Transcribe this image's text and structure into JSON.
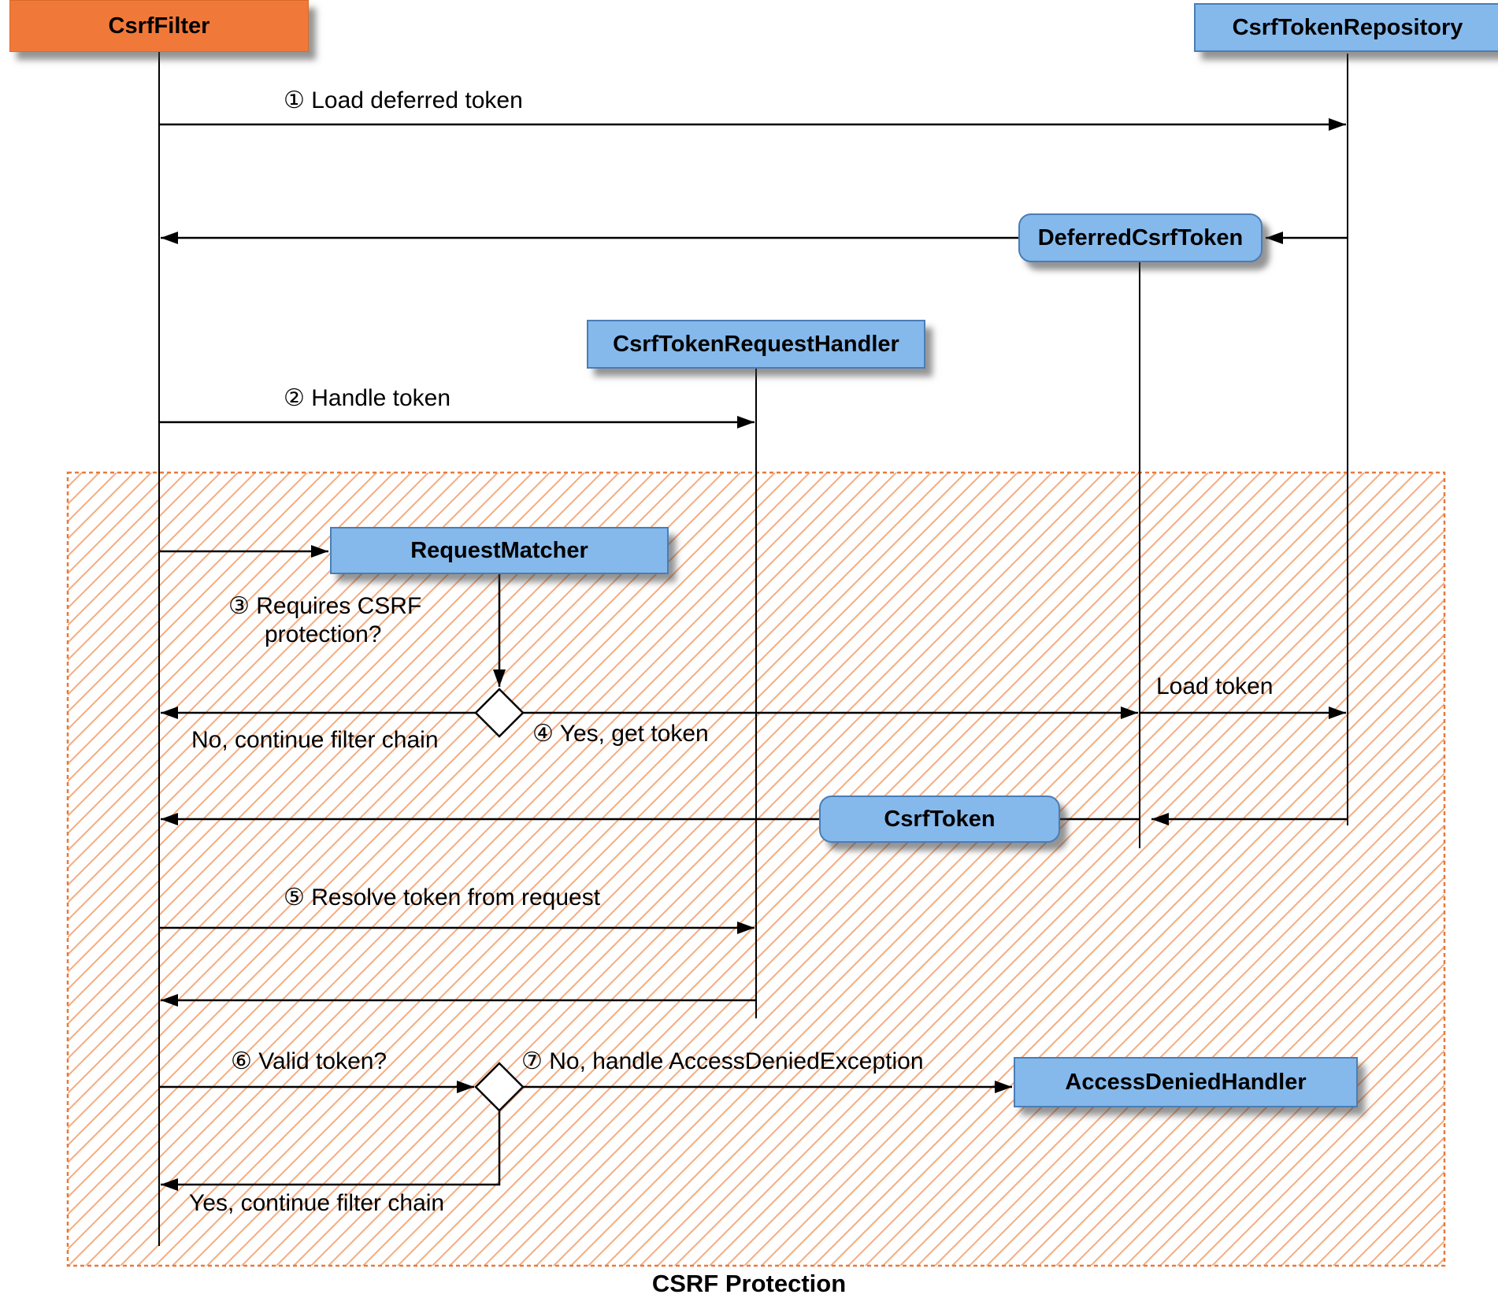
{
  "title": "CSRF Protection",
  "actors": {
    "csrf_filter": "CsrfFilter",
    "csrf_token_repository": "CsrfTokenRepository",
    "deferred_csrf_token": "DeferredCsrfToken",
    "csrf_token_request_handler": "CsrfTokenRequestHandler",
    "request_matcher": "RequestMatcher",
    "csrf_token": "CsrfToken",
    "access_denied_handler": "AccessDeniedHandler"
  },
  "messages": {
    "m1": "① Load deferred token",
    "m2": "② Handle token",
    "m3": "③ Requires CSRF\nprotection?",
    "no_continue": "No, continue filter chain",
    "m4": "④ Yes, get token",
    "load_token": "Load token",
    "m5": "⑤ Resolve token from request",
    "m6": "⑥ Valid token?",
    "m7": "⑦ No, handle AccessDeniedException",
    "yes_continue": "Yes, continue filter chain"
  },
  "colors": {
    "actor_orange": "#F0793A",
    "box_blue": "#85B9EC",
    "box_border_blue": "#4A7DB5",
    "hatch_stripe": "#F5AC80",
    "hatch_border": "#E8793C",
    "line": "#000000"
  }
}
